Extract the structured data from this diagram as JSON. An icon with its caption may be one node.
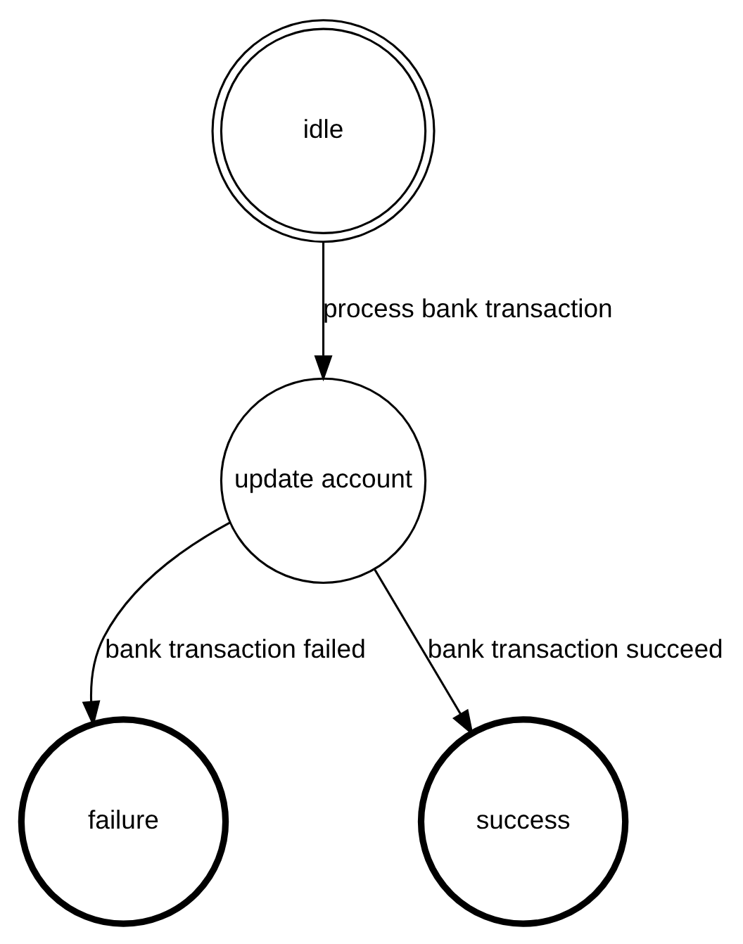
{
  "diagram": {
    "nodes": [
      {
        "text": [
          "idle"
        ]
      },
      {
        "text": [
          "update account"
        ]
      },
      {
        "text": [
          "failure"
        ]
      },
      {
        "text": [
          "success"
        ]
      }
    ],
    "edges": [
      {
        "from": 0,
        "to": 1,
        "arrow": "to",
        "label": "process bank transaction"
      },
      {
        "from": 1,
        "to": 2,
        "arrow": "to",
        "label": "bank transaction failed"
      },
      {
        "from": 1,
        "to": 3,
        "arrow": "to",
        "label": "bank transaction succeed"
      }
    ]
  }
}
